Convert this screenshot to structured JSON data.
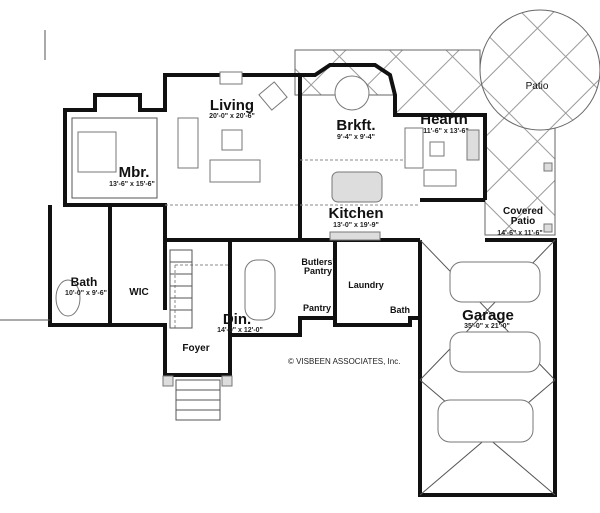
{
  "rooms": {
    "living": {
      "name": "Living",
      "dims": "20'-0\" x 20'-6\""
    },
    "brkft": {
      "name": "Brkft.",
      "dims": "9'-4\" x 9'-4\""
    },
    "hearth": {
      "name": "Hearth",
      "dims": "11'-6\" x 13'-6\""
    },
    "patio": {
      "name": "Patio"
    },
    "mbr": {
      "name": "Mbr.",
      "dims": "13'-6\" x 15'-6\""
    },
    "kitchen": {
      "name": "Kitchen",
      "dims": "13'-0\" x 19'-9\""
    },
    "covered_patio": {
      "name": "Covered Patio",
      "dims": "14'-6\" x 11'-6\""
    },
    "bath": {
      "name": "Bath",
      "dims": "10'-0\" x 9'-6\""
    },
    "wic": {
      "name": "WIC"
    },
    "butlers_pantry": {
      "name": "Butlers' Pantry"
    },
    "laundry": {
      "name": "Laundry"
    },
    "pantry": {
      "name": "Pantry"
    },
    "half_bath": {
      "name": "Bath"
    },
    "garage": {
      "name": "Garage",
      "dims": "35'-0\" x 21'-0\""
    },
    "din": {
      "name": "Din.",
      "dims": "14'-0\" x 12'-0\""
    },
    "foyer": {
      "name": "Foyer"
    }
  },
  "copyright": "© VISBEEN ASSOCIATES, Inc."
}
